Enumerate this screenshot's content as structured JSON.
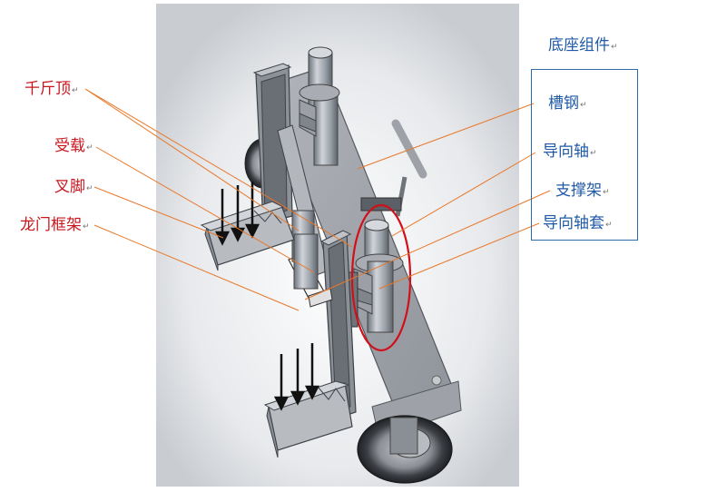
{
  "labels_left": [
    {
      "id": "jack",
      "text": "千斤顶"
    },
    {
      "id": "load",
      "text": "受载"
    },
    {
      "id": "fork-leg",
      "text": "叉脚"
    },
    {
      "id": "gantry-frame",
      "text": "龙门框架"
    }
  ],
  "group_title": "底座组件",
  "labels_right": [
    {
      "id": "channel-steel",
      "text": "槽钢"
    },
    {
      "id": "guide-shaft",
      "text": "导向轴"
    },
    {
      "id": "support-frame",
      "text": "支撑架"
    },
    {
      "id": "guide-sleeve",
      "text": "导向轴套"
    }
  ],
  "paragraph_mark": "↵",
  "colors": {
    "left_label": "#c8161d",
    "right_label": "#1f5aa6",
    "leader_line": "#e8782a",
    "group_box": "#2d6aa8",
    "highlight_ellipse": "#d0101a"
  }
}
